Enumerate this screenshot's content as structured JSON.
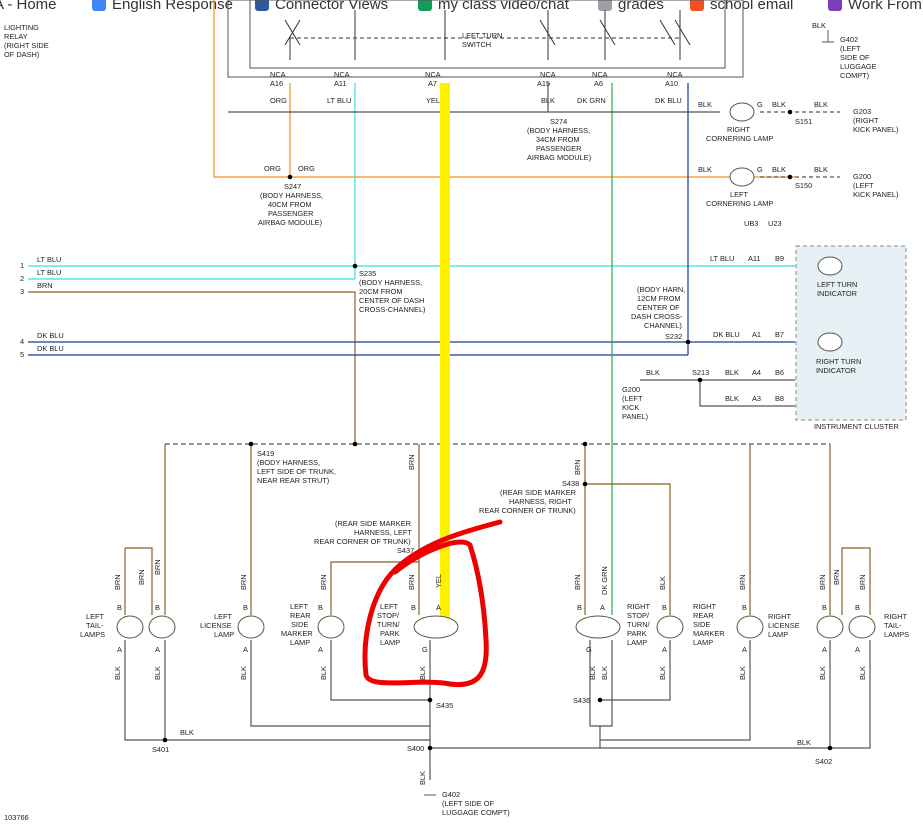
{
  "bookmarks": [
    {
      "label": "A - Home",
      "icon": "home-icon",
      "color": "#2a6ebb"
    },
    {
      "label": "English Response",
      "icon": "google-icon",
      "color": "#4285f4"
    },
    {
      "label": "Connector Views",
      "icon": "connector-icon",
      "color": "#2c5aa0"
    },
    {
      "label": "my class video/chat",
      "icon": "chat-icon",
      "color": "#0f9d58"
    },
    {
      "label": "grades",
      "icon": "document-icon",
      "color": "#9aa0a6"
    },
    {
      "label": "school email",
      "icon": "windows-icon",
      "color": "#f25022"
    },
    {
      "label": "Work From",
      "icon": "work-icon",
      "color": "#7b3fbd"
    }
  ],
  "colors": {
    "org": "#f0901e",
    "ltblu": "#38e0e6",
    "brn": "#8a6224",
    "dkblu": "#1a3a9e",
    "dkgrn": "#2fa84a",
    "yel": "#fff000",
    "blk": "#555555",
    "red": "#ee0000",
    "cluster": "#e6f0f5"
  },
  "labels": {
    "relay": [
      "LIGHTING",
      "RELAY",
      "(RIGHT SIDE",
      "OF DASH)"
    ],
    "left_turn_switch": [
      "LEFT TURN",
      "SWITCH"
    ],
    "g402_top": [
      "G402",
      "(LEFT",
      "SIDE OF",
      "LUGGAGE",
      "COMPT)"
    ],
    "s274": [
      "S274",
      "(BODY HARNESS,",
      "34CM FROM",
      "PASSENGER",
      "AIRBAG MODULE)"
    ],
    "s247": [
      "S247",
      "(BODY HARNESS,",
      "40CM FROM",
      "PASSENGER",
      "AIRBAG MODULE)"
    ],
    "right_cornering": [
      "RIGHT",
      "CORNERING LAMP"
    ],
    "left_cornering": [
      "LEFT",
      "CORNERING LAMP"
    ],
    "g203": [
      "G203",
      "(RIGHT",
      "KICK PANEL)"
    ],
    "g200_right": [
      "G200",
      "(LEFT",
      "KICK PANEL)"
    ],
    "s235": [
      "S235",
      "(BODY HARNESS,",
      "20CM FROM",
      "CENTER OF DASH",
      "CROSS-CHANNEL)"
    ],
    "s232_note": [
      "(BODY HARN,",
      "12CM FROM",
      "CENTER OF",
      "DASH CROSS-",
      "CHANNEL)"
    ],
    "left_turn_ind": [
      "LEFT TURN",
      "INDICATOR"
    ],
    "right_turn_ind": [
      "RIGHT TURN",
      "INDICATOR"
    ],
    "g200_mid": [
      "G200",
      "(LEFT",
      "KICK",
      "PANEL)"
    ],
    "instrument_cluster": "INSTRUMENT CLUSTER",
    "s419": [
      "S419",
      "(BODY HARNESS,",
      "LEFT SIDE OF TRUNK,",
      "NEAR REAR STRUT)"
    ],
    "rear_marker_left": [
      "(REAR SIDE MARKER",
      "HARNESS, LEFT",
      "REAR CORNER OF TRUNK)",
      "S437"
    ],
    "rear_marker_right": [
      "(REAR SIDE MARKER",
      "HARNESS, RIGHT",
      "REAR CORNER OF TRUNK)"
    ],
    "lamps": {
      "left_tail": [
        "LEFT",
        "TAIL-",
        "LAMPS"
      ],
      "left_license": [
        "LEFT",
        "LICENSE",
        "LAMP"
      ],
      "left_marker": [
        "LEFT",
        "REAR",
        "SIDE",
        "MARKER",
        "LAMP"
      ],
      "left_stop": [
        "LEFT",
        "STOP/",
        "TURN/",
        "PARK",
        "LAMP"
      ],
      "right_stop": [
        "RIGHT",
        "STOP/",
        "TURN/",
        "PARK",
        "LAMP"
      ],
      "right_marker": [
        "RIGHT",
        "REAR",
        "SIDE",
        "MARKER",
        "LAMP"
      ],
      "right_license": [
        "RIGHT",
        "LICENSE",
        "LAMP"
      ],
      "right_tail": [
        "RIGHT",
        "TAIL-",
        "LAMPS"
      ]
    },
    "g402_bottom": [
      "G402",
      "(LEFT SIDE OF",
      "LUGGAGE COMPT)"
    ],
    "fig_id": "103766"
  },
  "connectors": [
    {
      "top": "NCA",
      "pin": "A16",
      "wire": "ORG"
    },
    {
      "top": "NCA",
      "pin": "A11",
      "wire": "LT BLU"
    },
    {
      "top": "NCA",
      "pin": "A7",
      "wire": "YEL"
    },
    {
      "top": "NCA",
      "pin": "A15",
      "wire": "BLK"
    },
    {
      "top": "NCA",
      "pin": "A6",
      "wire": "DK GRN"
    },
    {
      "top": "NCA",
      "pin": "A10",
      "wire": "DK BLU"
    }
  ],
  "left_wires": [
    {
      "num": "1",
      "name": "LT BLU"
    },
    {
      "num": "2",
      "name": "LT BLU"
    },
    {
      "num": "3",
      "name": "BRN"
    },
    {
      "num": "4",
      "name": "DK BLU"
    },
    {
      "num": "5",
      "name": "DK BLU"
    }
  ],
  "splices": {
    "s151": "S151",
    "s150": "S150",
    "s213": "S213",
    "s232": "S232",
    "s438": "S438",
    "s435": "S435",
    "s436": "S436",
    "s400": "S400",
    "s401": "S401",
    "s402": "S402"
  },
  "wire_text": {
    "blk": "BLK",
    "brn": "BRN",
    "yel": "YEL",
    "dkgrn": "DK GRN",
    "ltblu": "LT BLU",
    "dkblu": "DK BLU",
    "org": "ORG",
    "pin_a": "A",
    "pin_b": "B",
    "pin_g": "G",
    "ub3": "UB3",
    "u23": "U23",
    "a11": "A11",
    "b9": "B9",
    "a1": "A1",
    "b7": "B7",
    "a4": "A4",
    "b6": "B6",
    "a3": "A3",
    "b8": "B8"
  }
}
